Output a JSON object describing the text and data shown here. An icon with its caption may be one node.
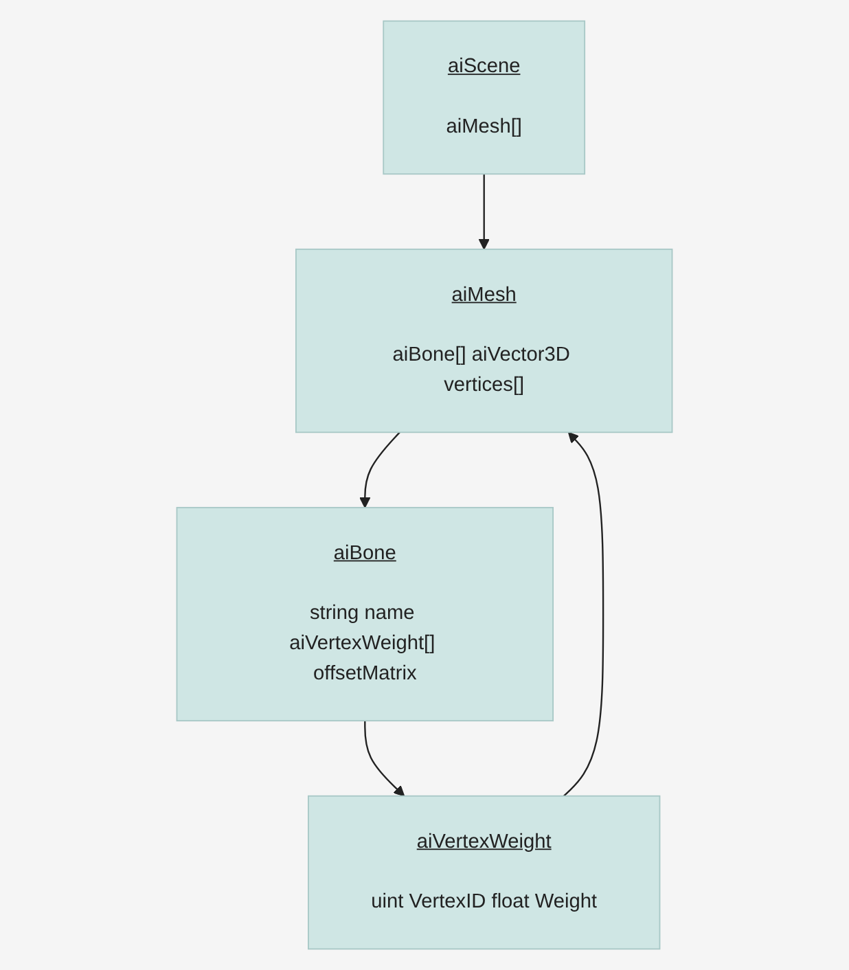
{
  "diagram": {
    "nodes": [
      {
        "text": [
          "aiScene",
          "aiMesh[]"
        ]
      },
      {
        "text": [
          "aiMesh",
          "aiBone[] aiVector3D vertices[]"
        ]
      },
      {
        "text": [
          "aiBone",
          "string name aiVertexWeight[] offsetMatrix"
        ]
      },
      {
        "text": [
          "aiVertexWeight",
          "uint VertexID float Weight"
        ]
      }
    ],
    "edges": [
      {
        "from": 0,
        "to": 1,
        "arrow": "to"
      },
      {
        "from": 1,
        "to": 2,
        "arrow": "to"
      },
      {
        "from": 2,
        "to": 3,
        "arrow": "to"
      },
      {
        "from": 3,
        "to": 1,
        "arrow": "to"
      }
    ]
  }
}
